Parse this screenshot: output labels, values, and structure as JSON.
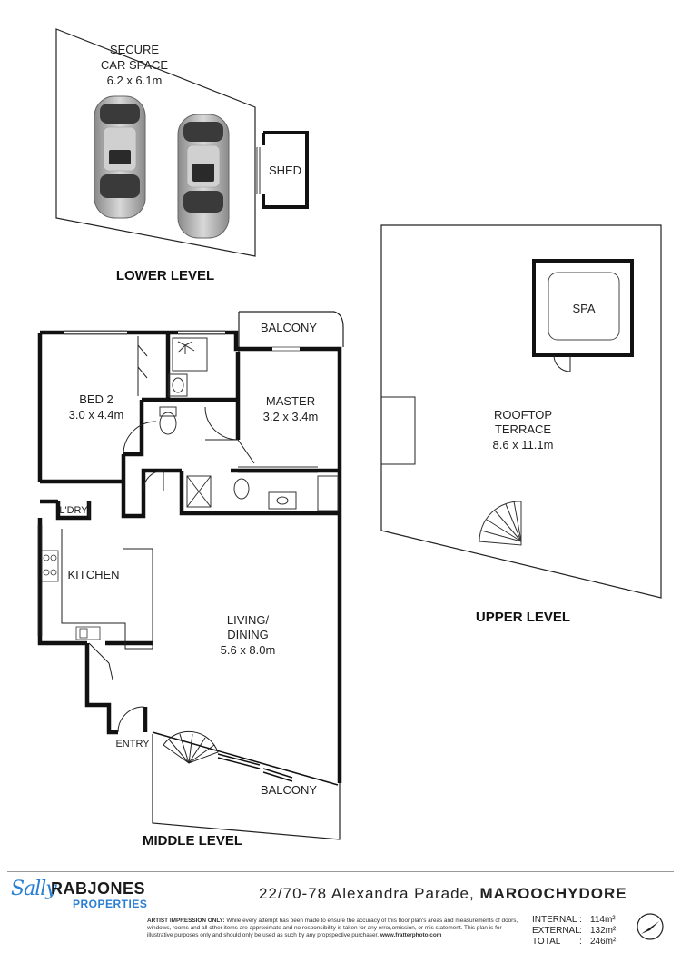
{
  "lower_level": {
    "title": "LOWER LEVEL",
    "car_space": {
      "line1": "SECURE",
      "line2": "CAR SPACE",
      "size": "6.2 x 6.1m"
    },
    "shed": "SHED"
  },
  "middle_level": {
    "title": "MIDDLE LEVEL",
    "rooms": {
      "balcony_top": "BALCONY",
      "bed2_name": "BED 2",
      "bed2_size": "3.0 x 4.4m",
      "master_name": "MASTER",
      "master_size": "3.2 x 3.4m",
      "laundry": "L'DRY",
      "kitchen": "KITCHEN",
      "living_name": "LIVING/",
      "living_name2": "DINING",
      "living_size": "5.6 x 8.0m",
      "entry": "ENTRY",
      "balcony_bottom": "BALCONY"
    }
  },
  "upper_level": {
    "title": "UPPER LEVEL",
    "spa": "SPA",
    "terrace_line1": "ROOFTOP",
    "terrace_line2": "TERRACE",
    "terrace_size": "8.6 x 11.1m"
  },
  "footer": {
    "logo_script": "Sally",
    "logo_name": "RABJONES",
    "logo_sub": "PROPERTIES",
    "address": "22/70-78 Alexandra Parade,",
    "suburb": "MAROOCHYDORE",
    "disclaimer_lead": "ARTIST IMPRESSION ONLY:",
    "disclaimer_text": "While every attempt has been made to ensure the accuracy of this floor plan's areas and measurements of doors, windows, rooms and all other items are approximate and no responsibility is taken for any error,omission, or mis statement. This plan is for illustrative purposes only and should only be used as such by any propspective purchaser.",
    "website": "www.fratterphoto.com",
    "areas": [
      {
        "label": "INTERNAL",
        "value": "114m²"
      },
      {
        "label": "EXTERNAL",
        "value": "132m²"
      },
      {
        "label": "TOTAL",
        "value": "246m²"
      }
    ]
  },
  "colors": {
    "wall": "#111111",
    "brand_blue": "#2a7fd4",
    "car_body": "#b8b8b8"
  }
}
